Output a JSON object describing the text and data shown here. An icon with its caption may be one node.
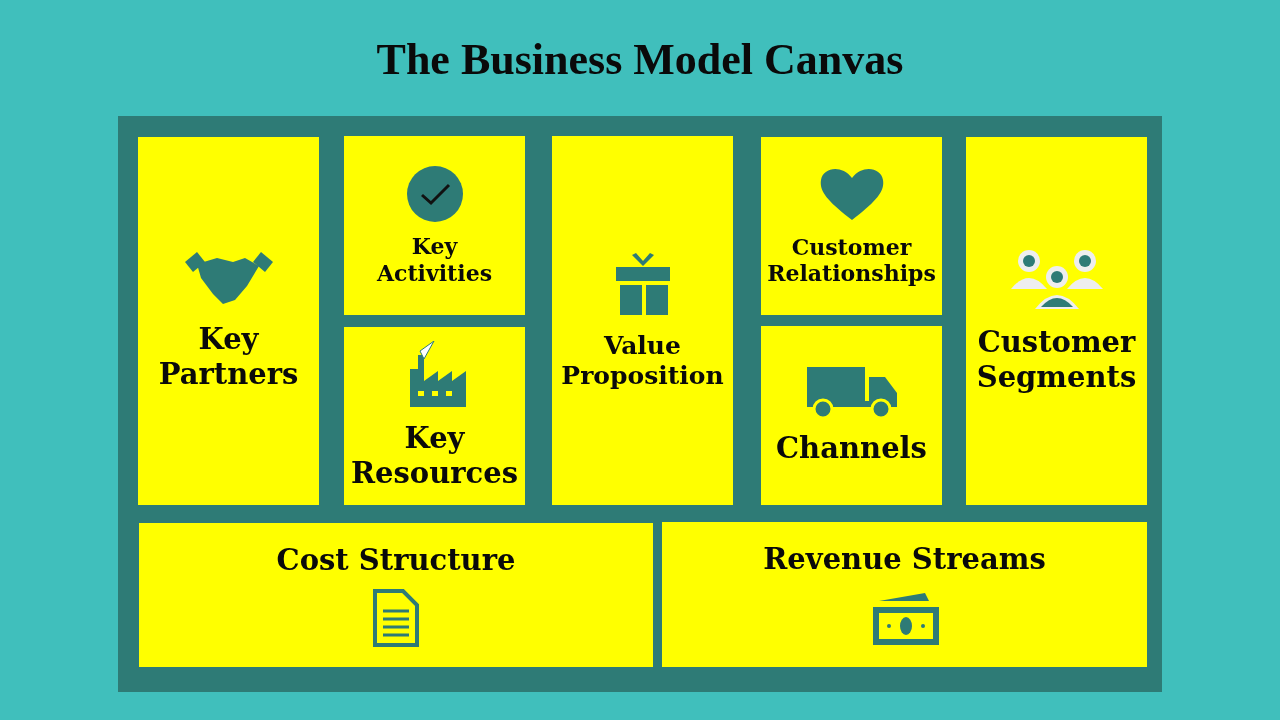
{
  "diagram": {
    "title": "The Business Model Canvas",
    "nodes": [
      {
        "text": [
          "Key Partners"
        ]
      },
      {
        "text": [
          "Key Activities"
        ]
      },
      {
        "text": [
          "Key Resources"
        ]
      },
      {
        "text": [
          "Value Proposition"
        ]
      },
      {
        "text": [
          "Customer Relationships"
        ]
      },
      {
        "text": [
          "Channels"
        ]
      },
      {
        "text": [
          "Customer Segments"
        ]
      },
      {
        "text": [
          "Cost Structure"
        ]
      },
      {
        "text": [
          "Revenue Streams"
        ]
      }
    ],
    "edges": []
  }
}
